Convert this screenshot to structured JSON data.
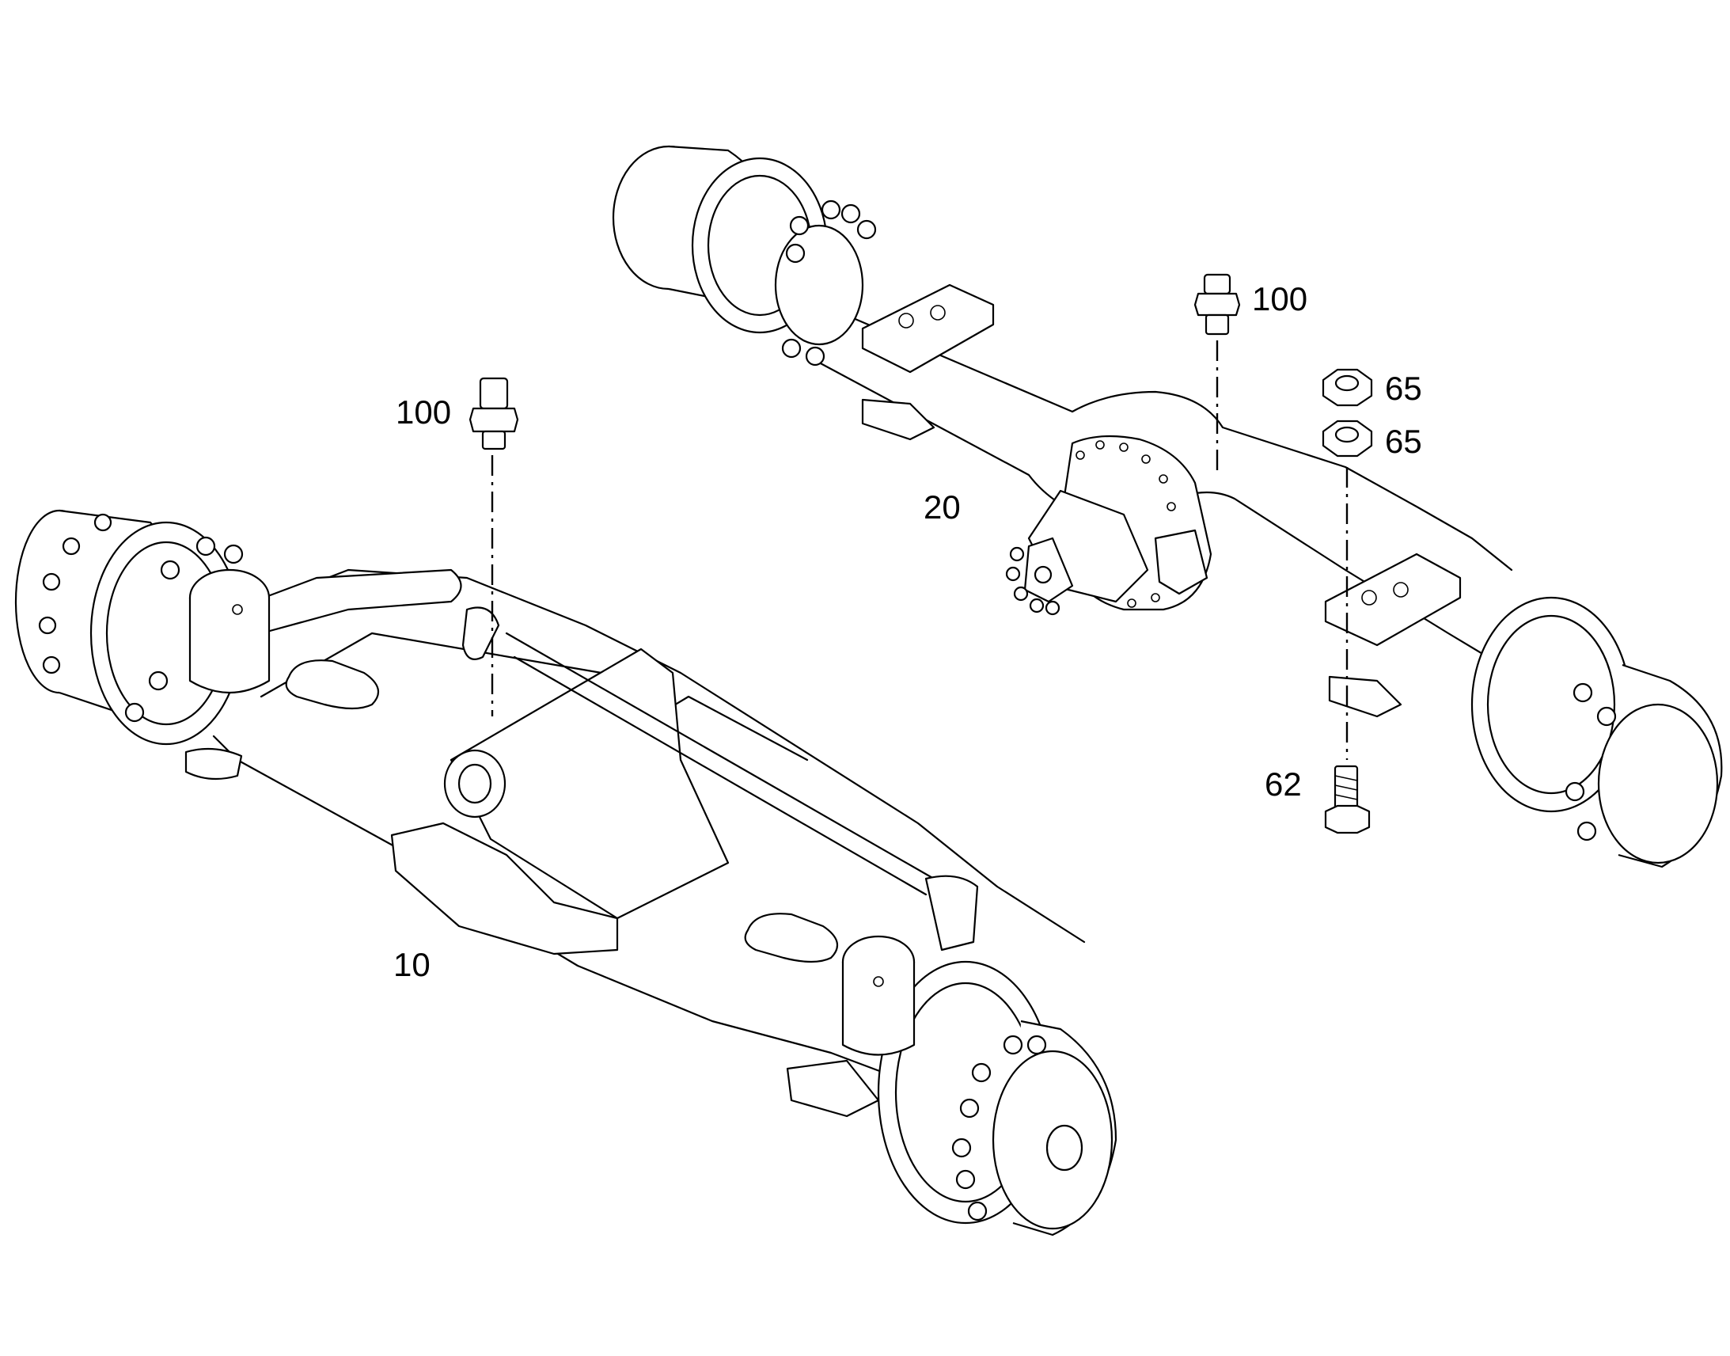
{
  "callouts": {
    "front_axle": "10",
    "rear_axle": "20",
    "breather_front": "100",
    "breather_rear": "100",
    "nut_upper": "65",
    "nut_lower": "65",
    "bolt": "62"
  },
  "colors": {
    "line": "#000000",
    "background": "#ffffff"
  }
}
